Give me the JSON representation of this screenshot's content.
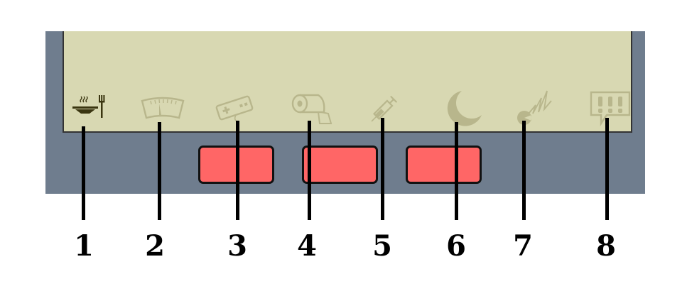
{
  "colors": {
    "device_frame": "#6f7d8e",
    "screen_bg": "#d8d8b2",
    "icon_active": "#3a3510",
    "icon_faded": "#b8b68c",
    "button_fill": "#ff6666",
    "leader": "#000000"
  },
  "icons": [
    {
      "name": "food-icon",
      "state": "active",
      "number": "1"
    },
    {
      "name": "scale-icon",
      "state": "faded",
      "number": "2"
    },
    {
      "name": "game-controller-icon",
      "state": "faded",
      "number": "3"
    },
    {
      "name": "toilet-paper-icon",
      "state": "faded",
      "number": "4"
    },
    {
      "name": "syringe-icon",
      "state": "faded",
      "number": "5"
    },
    {
      "name": "moon-icon",
      "state": "faded",
      "number": "6"
    },
    {
      "name": "scold-icon",
      "state": "faded",
      "number": "7"
    },
    {
      "name": "attention-icon",
      "state": "faded",
      "number": "8"
    }
  ],
  "buttons": [
    {
      "name": "a-button"
    },
    {
      "name": "b-button"
    },
    {
      "name": "c-button"
    }
  ]
}
